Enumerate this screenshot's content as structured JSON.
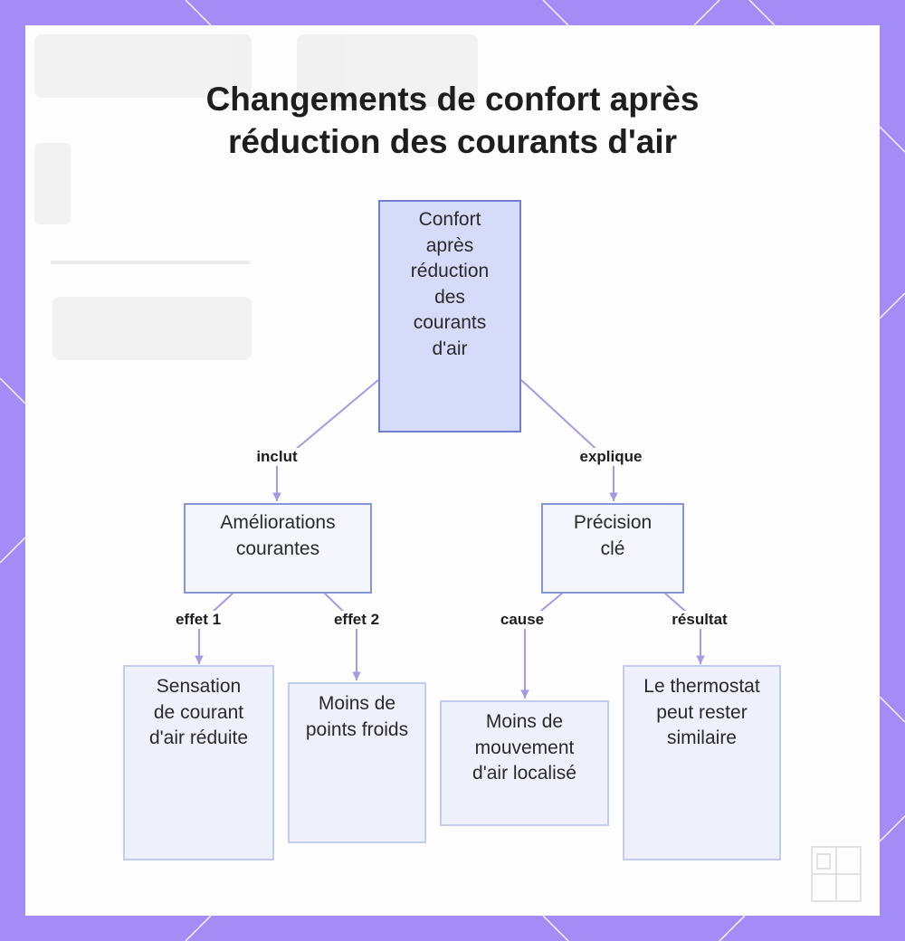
{
  "title": "Changements de confort après réduction des courants d'air",
  "nodes": {
    "root": "Confort après réduction des courants d'air",
    "ameliorations": "Améliorations courantes",
    "precision": "Précision clé",
    "sensation": "Sensation de courant d'air réduite",
    "points_froids": "Moins de points froids",
    "mouvement_air": "Moins de mouvement d'air localisé",
    "thermostat": "Le thermostat peut rester similaire"
  },
  "edges": {
    "inclut": "inclut",
    "explique": "explique",
    "effet1": "effet 1",
    "effet2": "effet 2",
    "cause": "cause",
    "resultat": "résultat"
  },
  "colors": {
    "frame": "#a38cf6",
    "connector": "#a899e4",
    "root_fill": "#d7dbfa",
    "root_border": "#6f7fce"
  }
}
